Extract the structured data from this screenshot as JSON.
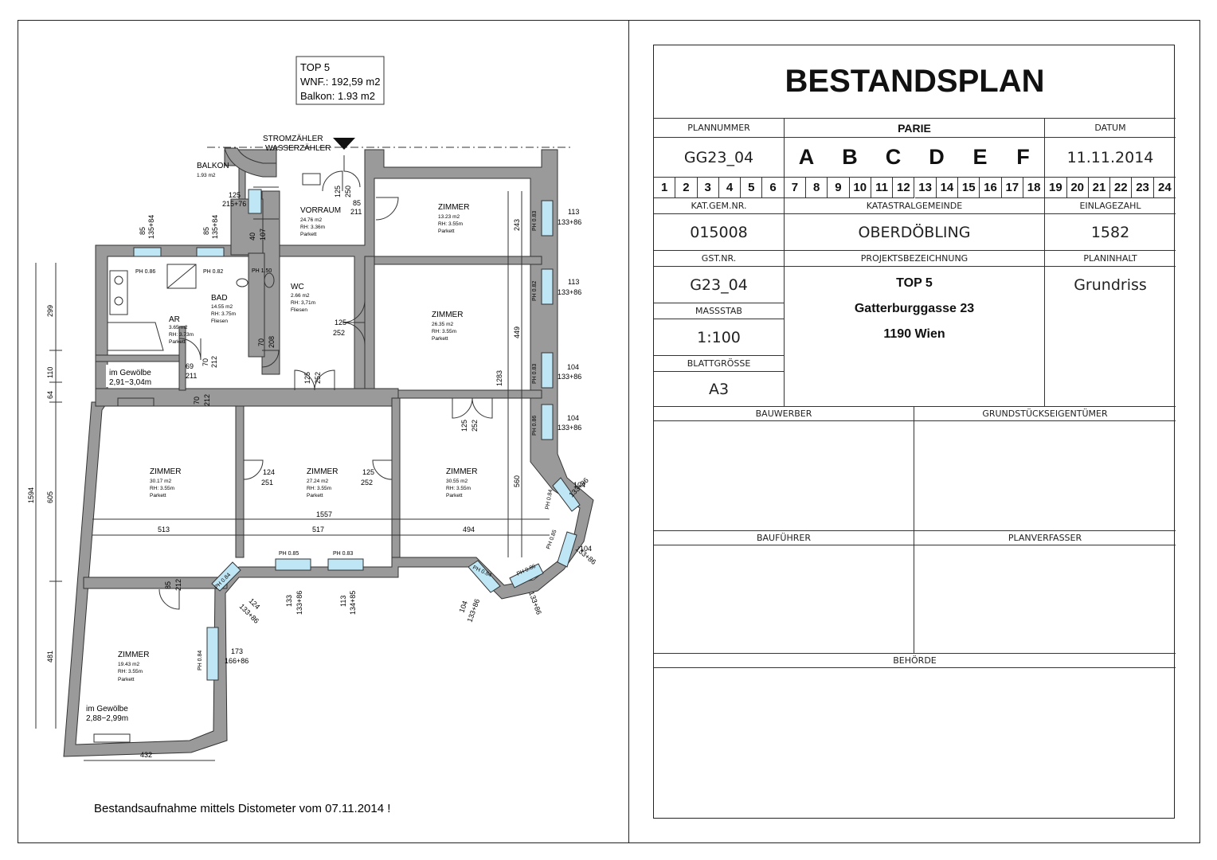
{
  "plan": {
    "top_box": {
      "line1": "TOP 5",
      "line2": "WNF.: 192,59 m2",
      "line3": "Balkon: 1.93 m2"
    },
    "meters": {
      "line1": "STROMZÄHLER",
      "line2": "WASSERZÄHLER"
    },
    "balkon": {
      "name": "BALKON",
      "area": "1.93   m2"
    },
    "rooms": [
      {
        "name": "VORRAUM",
        "area": "24.76  m2",
        "rh": "RH: 3.36m",
        "floor": "Parkett"
      },
      {
        "name": "ZIMMER",
        "area": "13.23  m2",
        "rh": "RH: 3.55m",
        "floor": "Parkett"
      },
      {
        "name": "ZIMMER",
        "area": "26.35  m2",
        "rh": "RH: 3.55m",
        "floor": "Parkett"
      },
      {
        "name": "BAD",
        "area": "14.55  m2",
        "rh": "RH: 3.75m",
        "floor": "Fliesen"
      },
      {
        "name": "AR",
        "area": "3.65   m2",
        "rh": "RH: 3.73m",
        "floor": "Parkett"
      },
      {
        "name": "WC",
        "area": "2.66   m2",
        "rh": "RH: 3,71m",
        "floor": "Fliesen"
      },
      {
        "name": "ZIMMER",
        "area": "30.17  m2",
        "rh": "RH: 3.55m",
        "floor": "Parkett"
      },
      {
        "name": "ZIMMER",
        "area": "27.24  m2",
        "rh": "RH: 3.55m",
        "floor": "Parkett"
      },
      {
        "name": "ZIMMER",
        "area": "30.55  m2",
        "rh": "RH: 3.55m",
        "floor": "Parkett"
      },
      {
        "name": "ZIMMER",
        "area": "19.43  m2",
        "rh": "RH: 3.55m",
        "floor": "Parkett"
      }
    ],
    "vaults": [
      {
        "line1": "im  Gewölbe",
        "line2": "2,91−3,04m"
      },
      {
        "line1": "im  Gewölbe",
        "line2": "2,88−2,99m"
      }
    ],
    "window_tags": [
      "PH  0.86",
      "PH  0.82",
      "PH  0.86",
      "PH  0.85",
      "PH  0.83",
      "PH  0.83",
      "PH  0.82",
      "PH  0.83",
      "PH  0.86",
      "PH  0.84",
      "PH  0.85",
      "PH  0.84",
      "PH  0.86",
      "PH  0.84",
      "PH  0.84",
      "PH 1.50"
    ],
    "dims": [
      "85",
      "135+84",
      "85",
      "135+84",
      "125",
      "215+76",
      "40",
      "107",
      "125",
      "250",
      "85",
      "211",
      "113",
      "133+86",
      "243",
      "113",
      "133+86",
      "449",
      "1283",
      "125",
      "252",
      "70",
      "208",
      "69",
      "211",
      "70",
      "212",
      "70",
      "212",
      "125",
      "252",
      "125",
      "252",
      "104",
      "133+86",
      "104",
      "133+86",
      "560",
      "124",
      "251",
      "125",
      "252",
      "104",
      "133+86",
      "104",
      "133+86",
      "1557",
      "513",
      "517",
      "494",
      "133",
      "133+86",
      "113",
      "134+85",
      "104",
      "133+86",
      "133+86",
      "124",
      "133+86",
      "85",
      "212",
      "173",
      "166+86",
      "432",
      "1594",
      "299",
      "110",
      "64",
      "605",
      "481"
    ],
    "note": "Bestandsaufnahme mittels Distometer vom 07.11.2014 !"
  },
  "title_block": {
    "title": "BESTANDSPLAN",
    "plannummer_label": "PLANNUMMER",
    "plannummer": "GG23_04",
    "parie_label": "PARIE",
    "parie_letters": [
      "A",
      "B",
      "C",
      "D",
      "E",
      "F"
    ],
    "datum_label": "DATUM",
    "datum": "11.11.2014",
    "numbers": [
      "1",
      "2",
      "3",
      "4",
      "5",
      "6",
      "7",
      "8",
      "9",
      "10",
      "11",
      "12",
      "13",
      "14",
      "15",
      "16",
      "17",
      "18",
      "19",
      "20",
      "21",
      "22",
      "23",
      "24"
    ],
    "katgem_label": "KAT.GEM.NR.",
    "katgem": "015008",
    "katastral_label": "KATASTRALGEMEINDE",
    "katastral": "OBERDÖBLING",
    "einlage_label": "EINLAGEZAHL",
    "einlage": "1582",
    "gst_label": "GST.NR.",
    "gst": "G23_04",
    "projekt_label": "PROJEKTSBEZEICHNUNG",
    "projekt_line1": "TOP 5",
    "projekt_line2": "Gatterburggasse 23",
    "projekt_line3": "1190 Wien",
    "planinhalt_label": "PLANINHALT",
    "planinhalt": "Grundriss",
    "massstab_label": "MASSSTAB",
    "massstab": "1:100",
    "blatt_label": "BLATTGRÖSSE",
    "blatt": "A3",
    "bauwerber_label": "BAUWERBER",
    "eigentuemer_label": "GRUNDSTÜCKSEIGENTÜMER",
    "baufuehrer_label": "BAUFÜHRER",
    "planverfasser_label": "PLANVERFASSER",
    "behoerde_label": "BEHÖRDE"
  }
}
